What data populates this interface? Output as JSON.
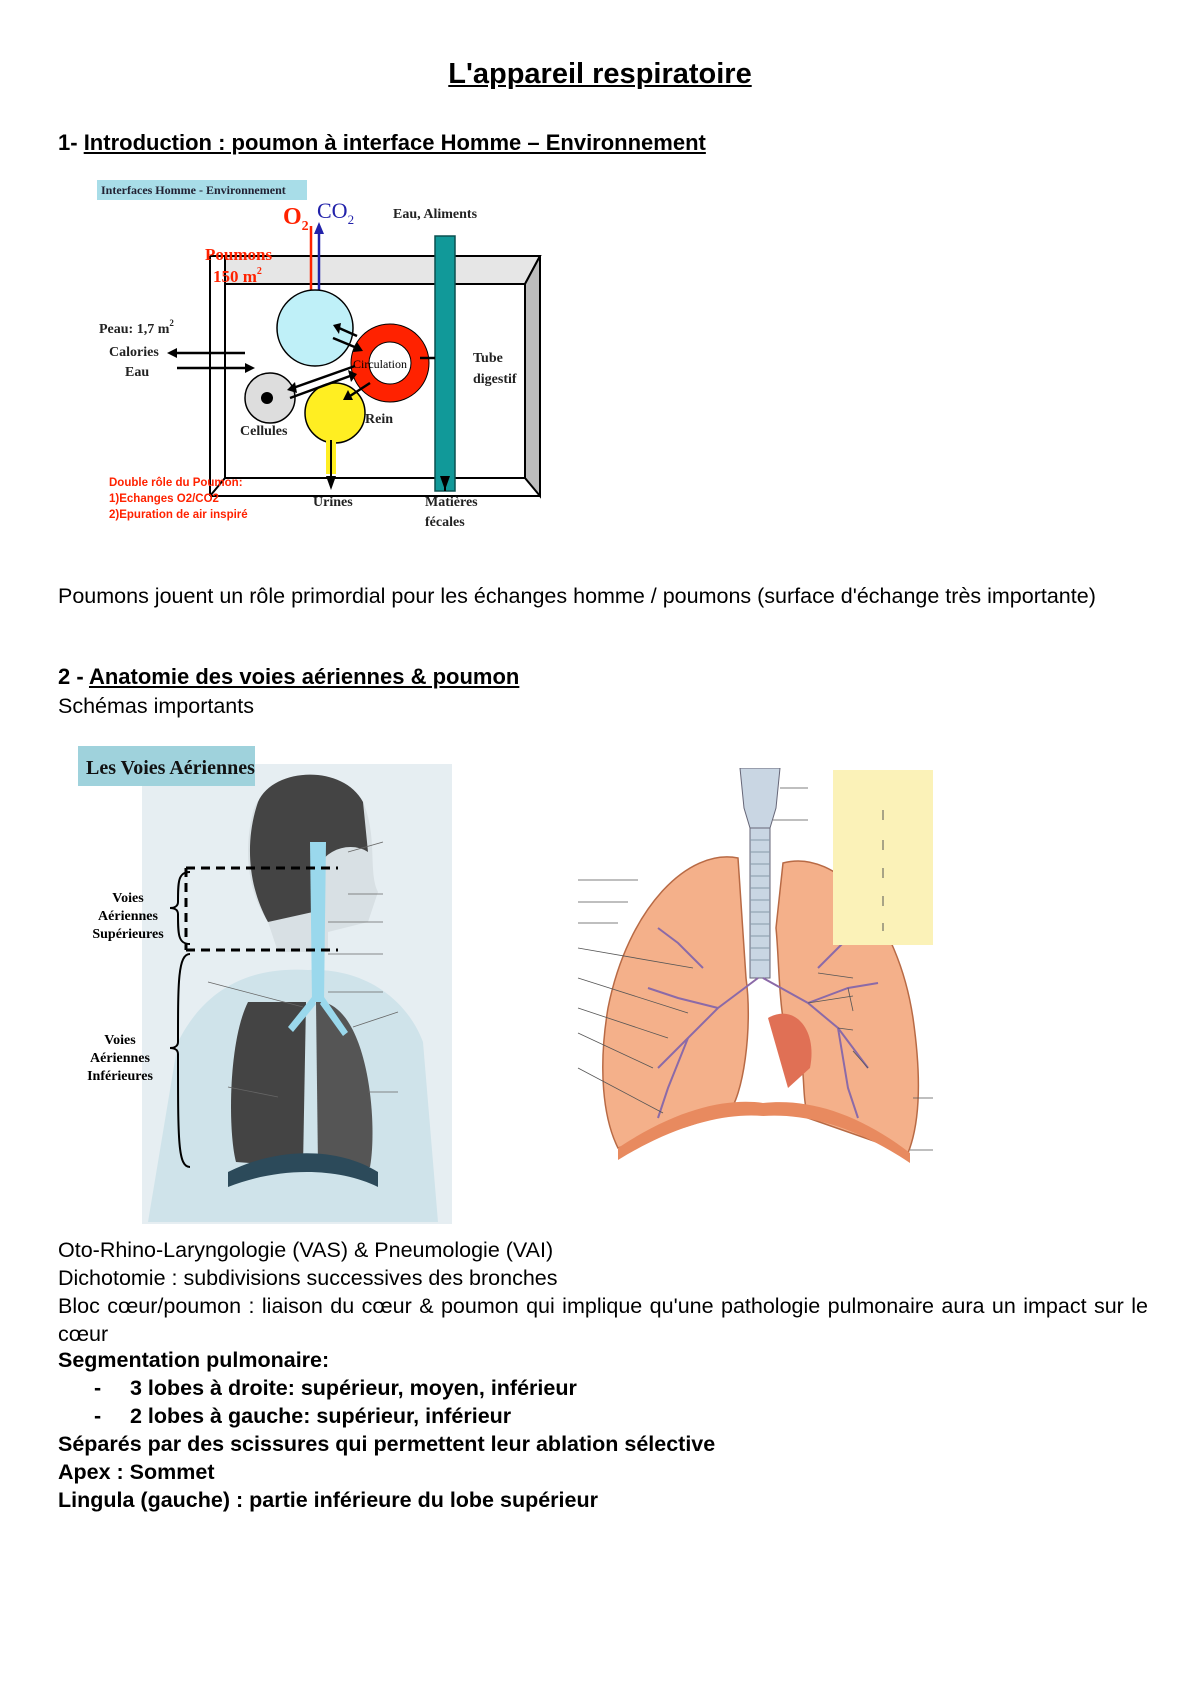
{
  "title": "L'appareil respiratoire",
  "section1": {
    "number": "1-",
    "heading": "Introduction : poumon à interface Homme – Environnement",
    "figure": {
      "label": "Interfaces Homme - Environnement",
      "o2": "O",
      "o2_sub": "2",
      "co2": "CO",
      "co2_sub": "2",
      "eau_aliments": "Eau, Aliments",
      "poumons": "Poumons",
      "surface": "150 m",
      "surface_sup": "2",
      "peau": "Peau: 1,7 m",
      "peau_sup": "2",
      "calories": "Calories",
      "eau": "Eau",
      "circulation": "Circulation",
      "tube": "Tube",
      "digestif": "digestif",
      "cellules": "Cellules",
      "rein": "Rein",
      "urines": "Urines",
      "matieres": "Matières",
      "fecales": "fécales",
      "double_role": "Double rôle du Poumon:",
      "role1": "1)Echanges O2/CO2",
      "role2": "2)Epuration de air inspiré"
    },
    "paragraph": "Poumons jouent un rôle primordial pour les échanges homme / poumons (surface d'échange très importante)"
  },
  "section2": {
    "number": "2 -",
    "heading": "Anatomie des voies aériennes & poumon",
    "subtitle": "Schémas importants",
    "figure_left": {
      "label": "Les Voies Aériennes",
      "vas1": "Voies",
      "vas2": "Aériennes",
      "vas3": "Supérieures",
      "vai1": "Voies",
      "vai2": "Aériennes",
      "vai3": "Inférieures"
    }
  },
  "lines": {
    "l1": "Oto-Rhino-Laryngologie (VAS) & Pneumologie (VAI)",
    "l2": "Dichotomie : subdivisions successives des bronches",
    "l3": "Bloc cœur/poumon : liaison du cœur & poumon qui implique qu'une pathologie pulmonaire aura un impact sur le cœur",
    "seg": "Segmentation pulmonaire:",
    "bullet1": "3 lobes à droite: supérieur, moyen, inférieur",
    "bullet2": "2 lobes à gauche: supérieur, inférieur",
    "l4": "Séparés par des scissures qui permettent leur ablation sélective",
    "l5": "Apex : Sommet",
    "l6": "Lingula (gauche) : partie inférieure du lobe supérieur",
    "dash": "-"
  },
  "colors": {
    "red": "#ff2200",
    "blue": "#2222aa",
    "teal": "#119999",
    "lightblue": "#bff0f8",
    "yellow": "#ffee22",
    "lung": "#f4b08a",
    "cream": "#fbf2b8"
  }
}
